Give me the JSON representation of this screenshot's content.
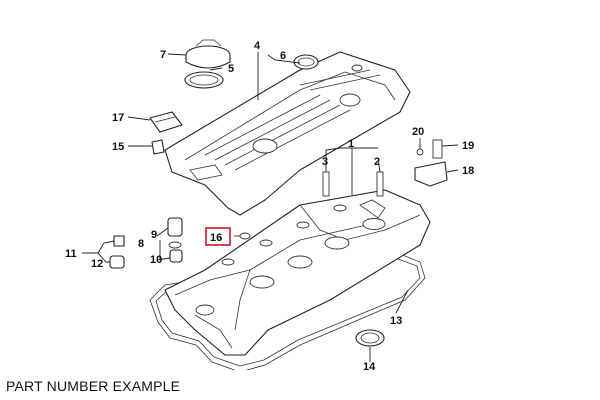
{
  "diagram": {
    "caption": "PART NUMBER EXAMPLE",
    "highlight_color": "#d0142c",
    "line_color": "#222222",
    "callouts": [
      {
        "id": "c1",
        "label": "1"
      },
      {
        "id": "c2",
        "label": "2"
      },
      {
        "id": "c3",
        "label": "3"
      },
      {
        "id": "c4",
        "label": "4"
      },
      {
        "id": "c5",
        "label": "5"
      },
      {
        "id": "c6",
        "label": "6"
      },
      {
        "id": "c7",
        "label": "7"
      },
      {
        "id": "c8",
        "label": "8"
      },
      {
        "id": "c9",
        "label": "9"
      },
      {
        "id": "c10",
        "label": "10"
      },
      {
        "id": "c11",
        "label": "11"
      },
      {
        "id": "c12",
        "label": "12"
      },
      {
        "id": "c13",
        "label": "13"
      },
      {
        "id": "c14",
        "label": "14"
      },
      {
        "id": "c15",
        "label": "15"
      },
      {
        "id": "c16",
        "label": "16",
        "highlighted": true
      },
      {
        "id": "c17",
        "label": "17"
      },
      {
        "id": "c18",
        "label": "18"
      },
      {
        "id": "c19",
        "label": "19"
      },
      {
        "id": "c20",
        "label": "20"
      }
    ]
  }
}
